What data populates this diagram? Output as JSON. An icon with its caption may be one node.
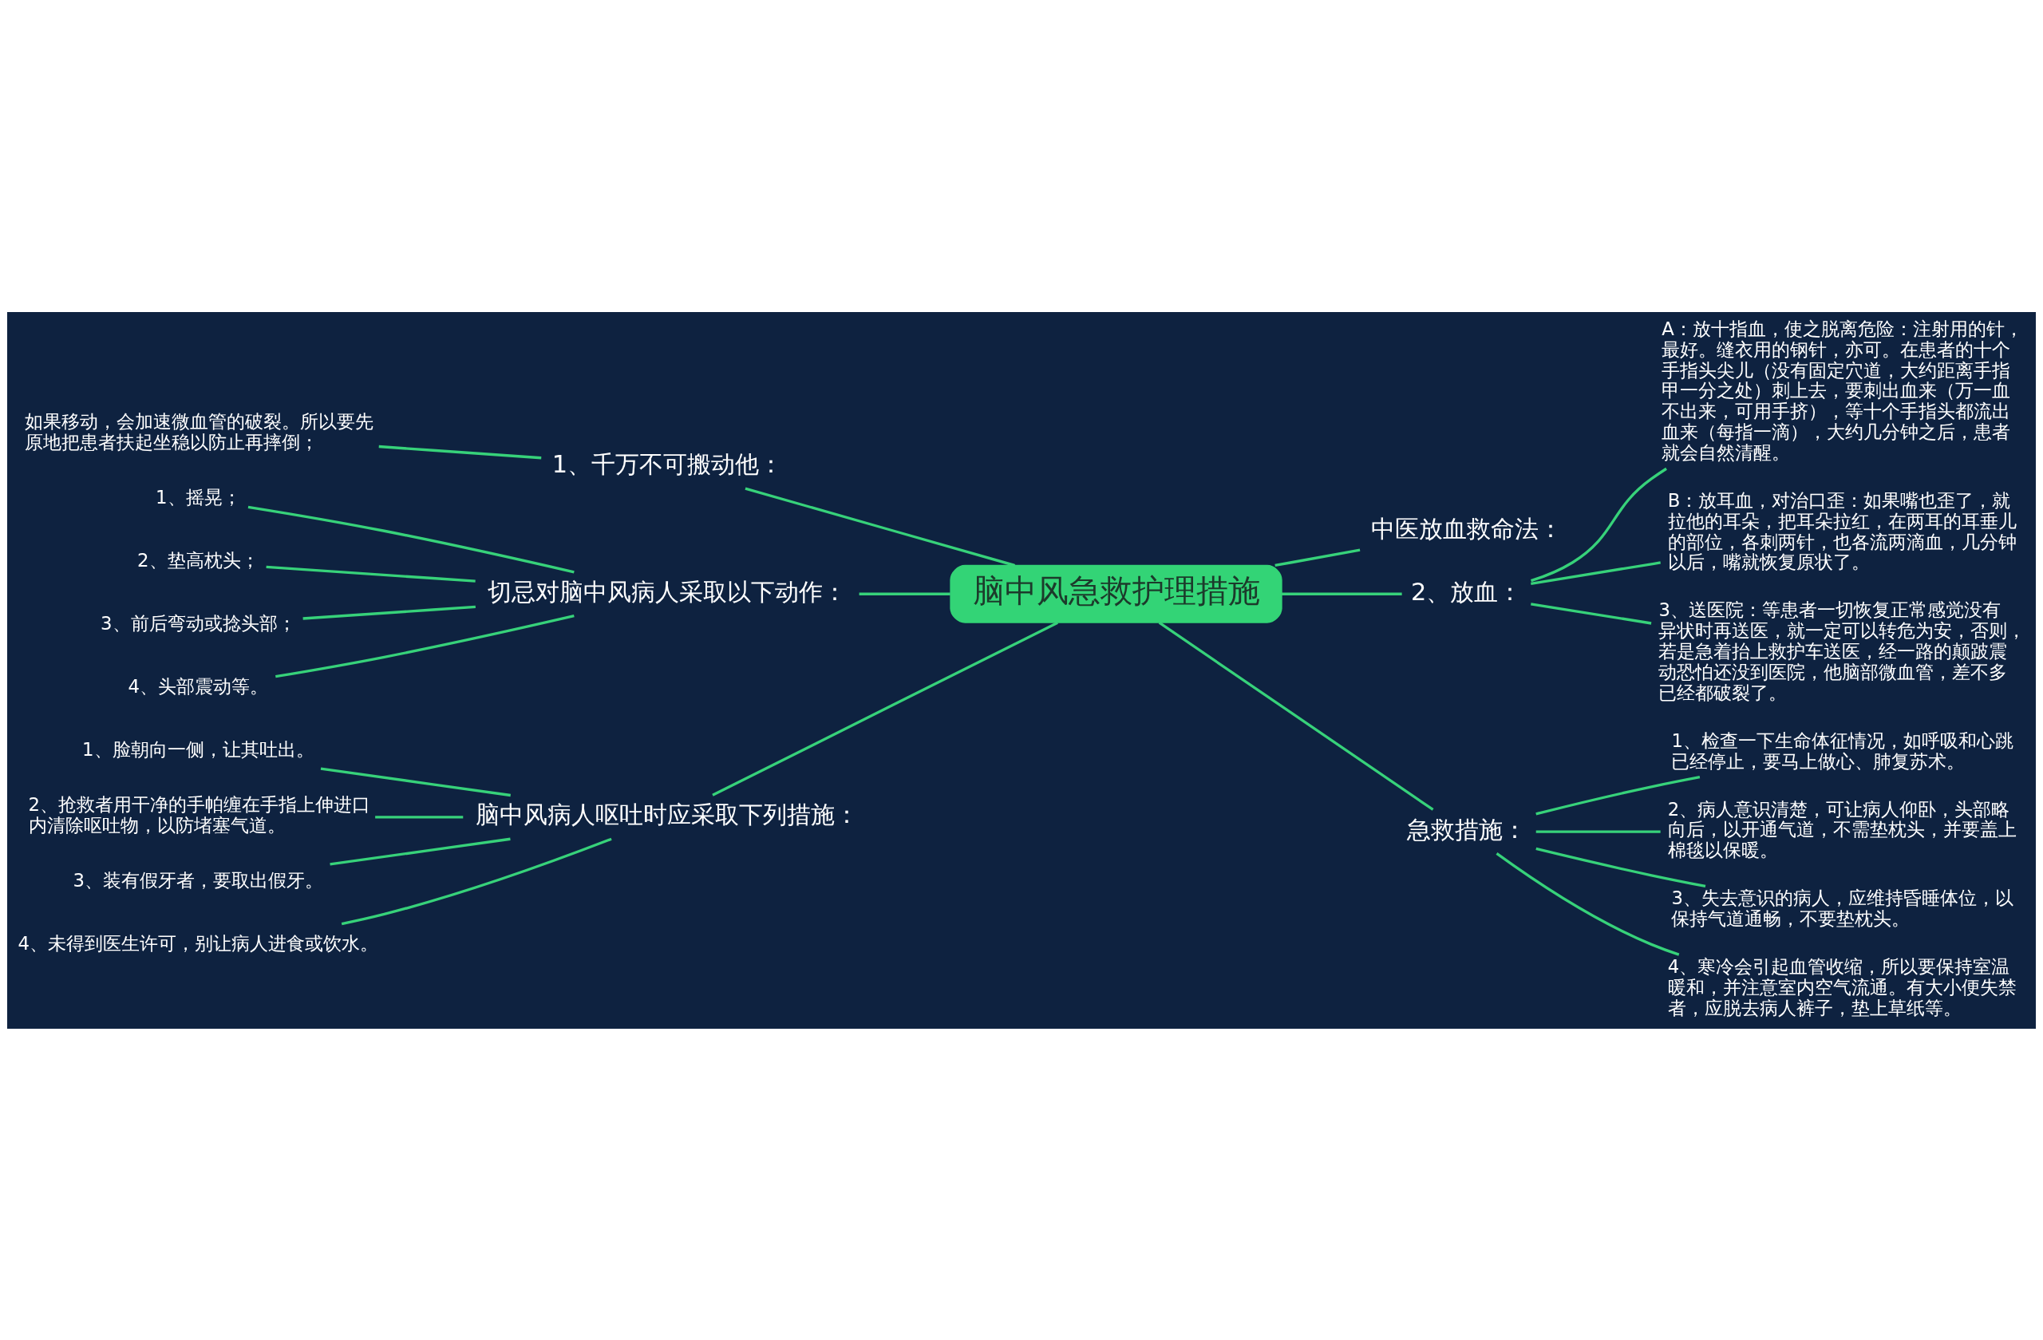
{
  "diagram": {
    "nodes": [
      {
        "text": [
          "脑中风急救护理措施"
        ]
      },
      {
        "text": [
          "1、千万不可搬动他："
        ]
      },
      {
        "text": [
          "如果移动，会加速微血管的破裂。所以要先原地把患者扶起坐稳以防止再摔倒；"
        ]
      },
      {
        "text": [
          "切忌对脑中风病人采取以下动作："
        ]
      },
      {
        "text": [
          "1、摇晃；"
        ]
      },
      {
        "text": [
          "2、垫高枕头；"
        ]
      },
      {
        "text": [
          "3、前后弯动或捻头部；"
        ]
      },
      {
        "text": [
          "4、头部震动等。"
        ]
      },
      {
        "text": [
          "脑中风病人呕吐时应采取下列措施："
        ]
      },
      {
        "text": [
          "1、脸朝向一侧，让其吐出。"
        ]
      },
      {
        "text": [
          "2、抢救者用干净的手帕缠在手指上伸进口内清除呕吐物，以防堵塞气道。"
        ]
      },
      {
        "text": [
          "3、装有假牙者，要取出假牙。"
        ]
      },
      {
        "text": [
          "4、未得到医生许可，别让病人进食或饮水。"
        ]
      },
      {
        "text": [
          "中医放血救命法："
        ]
      },
      {
        "text": [
          "2、放血："
        ]
      },
      {
        "text": [
          "A：放十指血，使之脱离危险：注射用的针，最好。缝衣用的钢针，亦可。在患者的十个手指头尖儿（没有固定穴道，大约距离手指甲一分之处）刺上去，要刺出血来（万一血不出来，可用手挤），等十个手指头都流出血来（每指一滴），大约几分钟之后，患者就会自然清醒。"
        ]
      },
      {
        "text": [
          "B：放耳血，对治口歪：如果嘴也歪了，就拉他的耳朵，把耳朵拉红，在两耳的耳垂儿的部位，各刺两针，也各流两滴血，几分钟以后，嘴就恢复原状了。"
        ]
      },
      {
        "text": [
          "3、送医院：等患者一切恢复正常感觉没有异状时再送医，就一定可以转危为安，否则，若是急着抬上救护车送医，经一路的颠跛震动恐怕还没到医院，他脑部微血管，差不多已经都破裂了。"
        ]
      },
      {
        "text": [
          "急救措施："
        ]
      },
      {
        "text": [
          "1、检查一下生命体征情况，如呼吸和心跳已经停止，要马上做心、肺复苏术。"
        ]
      },
      {
        "text": [
          "2、病人意识清楚，可让病人仰卧，头部略向后，以开通气道，不需垫枕头，并要盖上棉毯以保暖。"
        ]
      },
      {
        "text": [
          "3、失去意识的病人，应维持昏睡体位，以保持气道通畅，不要垫枕头。"
        ]
      },
      {
        "text": [
          "4、寒冷会引起血管收缩，所以要保持室温暖和，并注意室内空气流通。有大小便失禁者，应脱去病人裤子，垫上草纸等。"
        ]
      }
    ],
    "edges": [
      {
        "from": 1,
        "to": 0,
        "arrow": "none"
      },
      {
        "from": 2,
        "to": 1,
        "arrow": "none"
      },
      {
        "from": 3,
        "to": 0,
        "arrow": "none"
      },
      {
        "from": 4,
        "to": 3,
        "arrow": "none"
      },
      {
        "from": 5,
        "to": 3,
        "arrow": "none"
      },
      {
        "from": 6,
        "to": 3,
        "arrow": "none"
      },
      {
        "from": 7,
        "to": 3,
        "arrow": "none"
      },
      {
        "from": 8,
        "to": 0,
        "arrow": "none"
      },
      {
        "from": 9,
        "to": 8,
        "arrow": "none"
      },
      {
        "from": 10,
        "to": 8,
        "arrow": "none"
      },
      {
        "from": 11,
        "to": 8,
        "arrow": "none"
      },
      {
        "from": 12,
        "to": 8,
        "arrow": "none"
      },
      {
        "from": 0,
        "to": 13,
        "arrow": "none"
      },
      {
        "from": 0,
        "to": 14,
        "arrow": "none"
      },
      {
        "from": 14,
        "to": 15,
        "arrow": "none"
      },
      {
        "from": 14,
        "to": 16,
        "arrow": "none"
      },
      {
        "from": 14,
        "to": 17,
        "arrow": "none"
      },
      {
        "from": 0,
        "to": 18,
        "arrow": "none"
      },
      {
        "from": 18,
        "to": 19,
        "arrow": "none"
      },
      {
        "from": 18,
        "to": 20,
        "arrow": "none"
      },
      {
        "from": 18,
        "to": 21,
        "arrow": "none"
      },
      {
        "from": 18,
        "to": 22,
        "arrow": "none"
      }
    ]
  }
}
